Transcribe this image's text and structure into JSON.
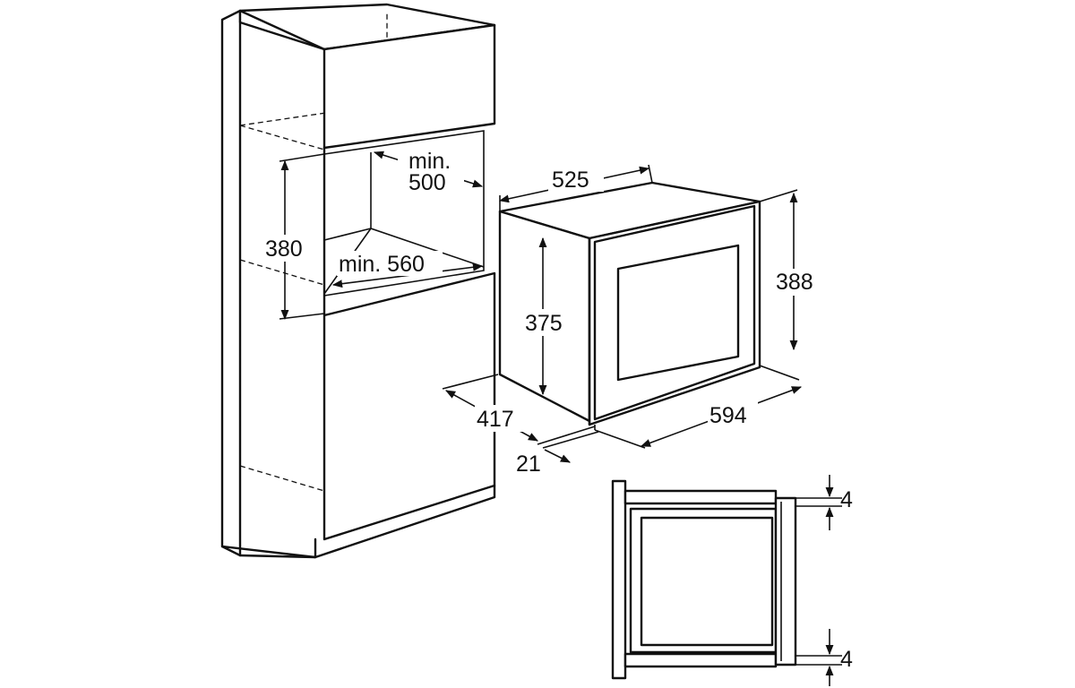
{
  "cabinet_dims": {
    "cutout_depth_label": "min.\n500",
    "cutout_depth_line1": "min.",
    "cutout_depth_line2": "500",
    "cutout_height": "380",
    "cutout_width_label": "min. 560"
  },
  "appliance_dims": {
    "depth": "525",
    "body_height": "375",
    "front_height": "388",
    "width": "594",
    "side_depth": "417",
    "front_thickness": "21"
  },
  "section_dims": {
    "top_gap": "4",
    "bottom_gap": "4"
  }
}
